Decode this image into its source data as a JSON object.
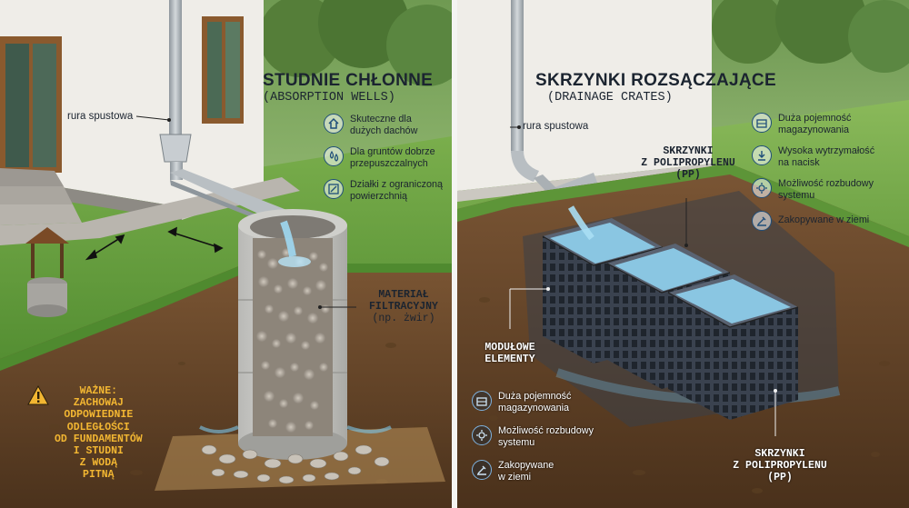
{
  "left": {
    "title": "STUDNIE CHŁONNE",
    "subtitle": "(ABSORPTION WELLS)",
    "downpipe_label": "rura spustowa",
    "filter_label": [
      "MATERIAŁ",
      "FILTRACYJNY",
      "(np. żwir)"
    ],
    "features": [
      {
        "icon": "house-icon",
        "text": [
          "Skuteczne dla",
          "dużych dachów"
        ]
      },
      {
        "icon": "droplets-icon",
        "text": [
          "Dla gruntów dobrze",
          "przepuszczalnych"
        ]
      },
      {
        "icon": "plot-icon",
        "text": [
          "Działki z ograniczoną",
          "powierzchnią"
        ]
      }
    ],
    "warning": {
      "title": "WAŻNE:",
      "lines": [
        "ZACHOWAJ",
        "ODPOWIEDNIE",
        "ODLEGŁOŚCI",
        "OD FUNDAMENTÓW",
        "I STUDNI",
        "Z WODĄ",
        "PITNĄ"
      ]
    }
  },
  "right": {
    "title": "SKRZYNKI ROZSĄCZAJĄCE",
    "subtitle": "(DRAINAGE CRATES)",
    "downpipe_label": "rura spustowa",
    "crates_label": [
      "SKRZYNKI",
      "Z POLIPROPYLENU",
      "(PP)"
    ],
    "modular_label": [
      "MODUŁOWE",
      "ELEMENTY"
    ],
    "crates_label_bottom": [
      "SKRZYNKI",
      "Z POLIPROPYLENU",
      "(PP)"
    ],
    "features_top": [
      {
        "icon": "capacity-icon",
        "text": [
          "Duża pojemność",
          "magazynowania"
        ]
      },
      {
        "icon": "strength-icon",
        "text": [
          "Wysoka wytrzymałość",
          "na nacisk"
        ]
      },
      {
        "icon": "expand-icon",
        "text": [
          "Możliwość rozbudowy",
          "systemu"
        ]
      },
      {
        "icon": "buried-icon",
        "text": [
          "Zakopywane w ziemi"
        ]
      }
    ],
    "features_bottom": [
      {
        "icon": "capacity-icon",
        "text": [
          "Duża pojemność",
          "magazynowania"
        ]
      },
      {
        "icon": "expand-icon",
        "text": [
          "Możliwość rozbudowy",
          "systemu"
        ]
      },
      {
        "icon": "buried-icon",
        "text": [
          "Zakopywane",
          "w ziemi"
        ]
      }
    ]
  },
  "colors": {
    "grass": "#5f9a3c",
    "soil": "#6b4a2b",
    "wall": "#eeece7",
    "pipe": "#a9b0b5",
    "water": "#7cc7ea",
    "crate": "#3b4350",
    "warning": "#f2b632"
  }
}
